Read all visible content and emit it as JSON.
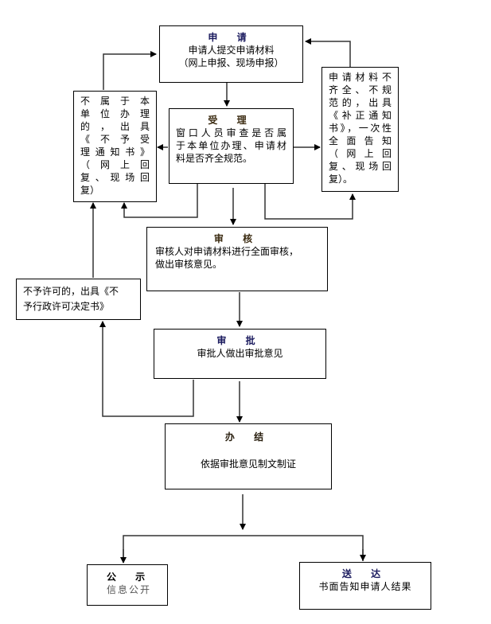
{
  "flow": {
    "apply": {
      "title": "申 请",
      "lines": [
        "申请人提交申请材料",
        "（网上申报、现场申报）"
      ]
    },
    "accept": {
      "title": "受 理",
      "lines": [
        "窗口人员审查是否属",
        "于本单位办理、申请材",
        "料是否齐全规范。"
      ]
    },
    "not_accept": {
      "lines": [
        "不属于本",
        "单位办理",
        "的，出具",
        "《不予受",
        "理通知书》",
        "（网上回",
        "复、现场回",
        "复）"
      ]
    },
    "supplement": {
      "lines": [
        "申请材料不",
        "齐全、不规",
        "范的，出具",
        "《补正通知",
        "书》，一次性",
        "全面告知",
        "（网上回",
        "复、现场回",
        "复）。"
      ]
    },
    "review": {
      "title": "审 核",
      "lines": [
        "审核人对申请材料进行全面审核，",
        "做出审核意见。"
      ]
    },
    "deny": {
      "lines": [
        "不予许可的，出具《不",
        "予行政许可决定书》"
      ]
    },
    "approve": {
      "title": "审 批",
      "lines": [
        "审批人做出审批意见"
      ]
    },
    "finish": {
      "title": "办 结",
      "lines": [
        "依据审批意见制文制证"
      ]
    },
    "publicize": {
      "title": "公 示",
      "lines": [
        "信息公开"
      ]
    },
    "deliver": {
      "title": "送 达",
      "lines": [
        "书面告知申请人结果"
      ]
    }
  }
}
